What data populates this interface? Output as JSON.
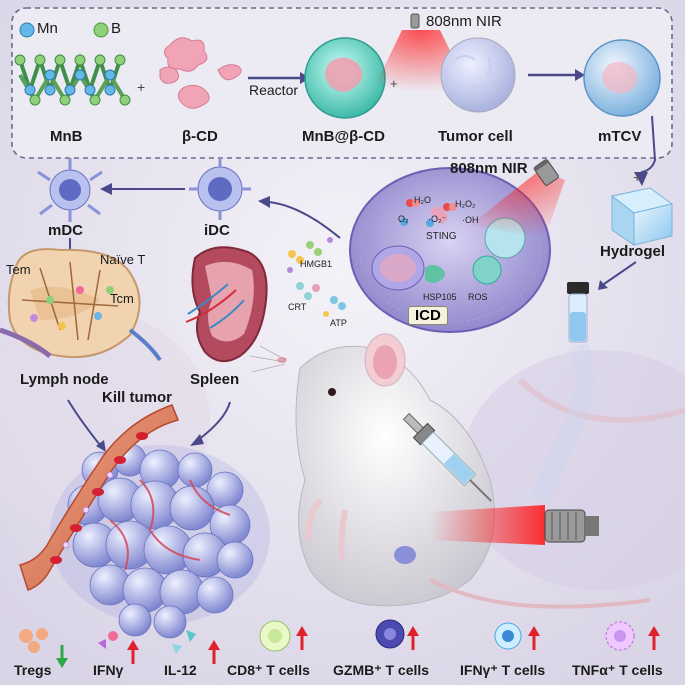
{
  "legend": {
    "mn": "Mn",
    "b": "B"
  },
  "top_row": {
    "mnb": "MnB",
    "bcd": "β-CD",
    "reactor": "Reactor",
    "composite": "MnB@β-CD",
    "tumor_cell": "Tumor cell",
    "mtcv": "mTCV",
    "nir_top": "808nm NIR"
  },
  "middle": {
    "nir_cell": "808nm NIR",
    "hydrogel": "Hydrogel",
    "mdc": "mDC",
    "idc": "iDC",
    "tem": "Tem",
    "naive_t": "Naïve T",
    "tcm": "Tcm",
    "lymph_node": "Lymph node",
    "spleen": "Spleen",
    "kill_tumor": "Kill tumor"
  },
  "cell_markers": {
    "h2o": "H₂O",
    "o2": "O₂",
    "o2_dot": "·O₂⁻",
    "h2o2": "H₂O₂",
    "oh": "·OH",
    "sting": "STING",
    "hmgb1": "HMGB1",
    "crt": "CRT",
    "atp": "ATP",
    "hsp": "HSP105",
    "ros": "ROS",
    "icd": "ICD"
  },
  "bottom": {
    "tregs": "Tregs",
    "ifng": "IFNγ",
    "il12": "IL-12",
    "cd8": "CD8⁺ T cells",
    "gzmb": "GZMB⁺ T cells",
    "ifng_t": "IFNγ⁺ T cells",
    "tnfa_t": "TNFα⁺ T cells"
  },
  "colors": {
    "up_arrow": "#e0202a",
    "down_arrow": "#2aa84a",
    "nir_beam": "#e8202a",
    "arrow": "#4a4a8a",
    "tumor": "#8f95d8"
  }
}
